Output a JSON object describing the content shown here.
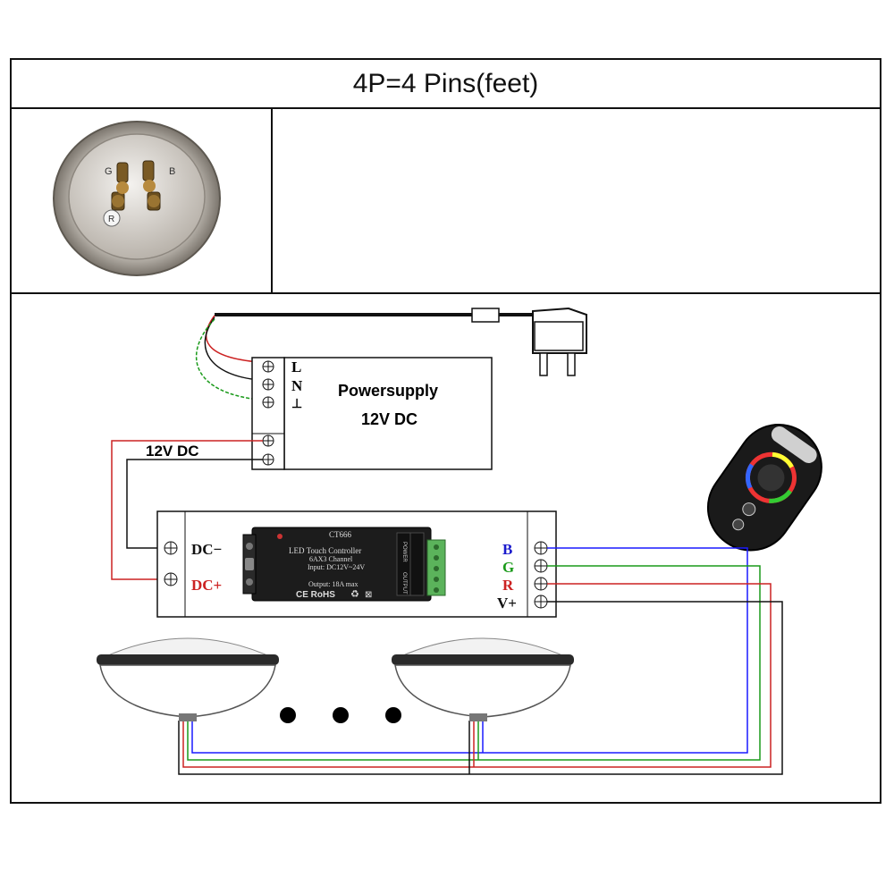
{
  "title": "4P=4 Pins(feet)",
  "lamp_pins": {
    "left_top": "G",
    "right_top": "B",
    "bottom": "R"
  },
  "power_supply": {
    "label_line1": "Powersupply",
    "label_line2": "12V DC",
    "terminals": [
      "L",
      "N",
      "⊥"
    ]
  },
  "dc_wire_label": "12V DC",
  "controller": {
    "model": "CT666",
    "name": "LED Touch Controller",
    "channels": "6AX3 Channel",
    "input": "Input: DC12V~24V",
    "output": "Output: 18A max",
    "marks": "CE RoHS",
    "side_label": "POWER",
    "side_label2": "OUTPUT",
    "in_terminals": [
      "DC−",
      "DC+"
    ],
    "out_terminals": [
      "B",
      "G",
      "R",
      "V+"
    ]
  },
  "colors": {
    "blue": "#1a1aff",
    "green": "#1a9a1a",
    "red": "#cc2222",
    "black": "#111111"
  }
}
